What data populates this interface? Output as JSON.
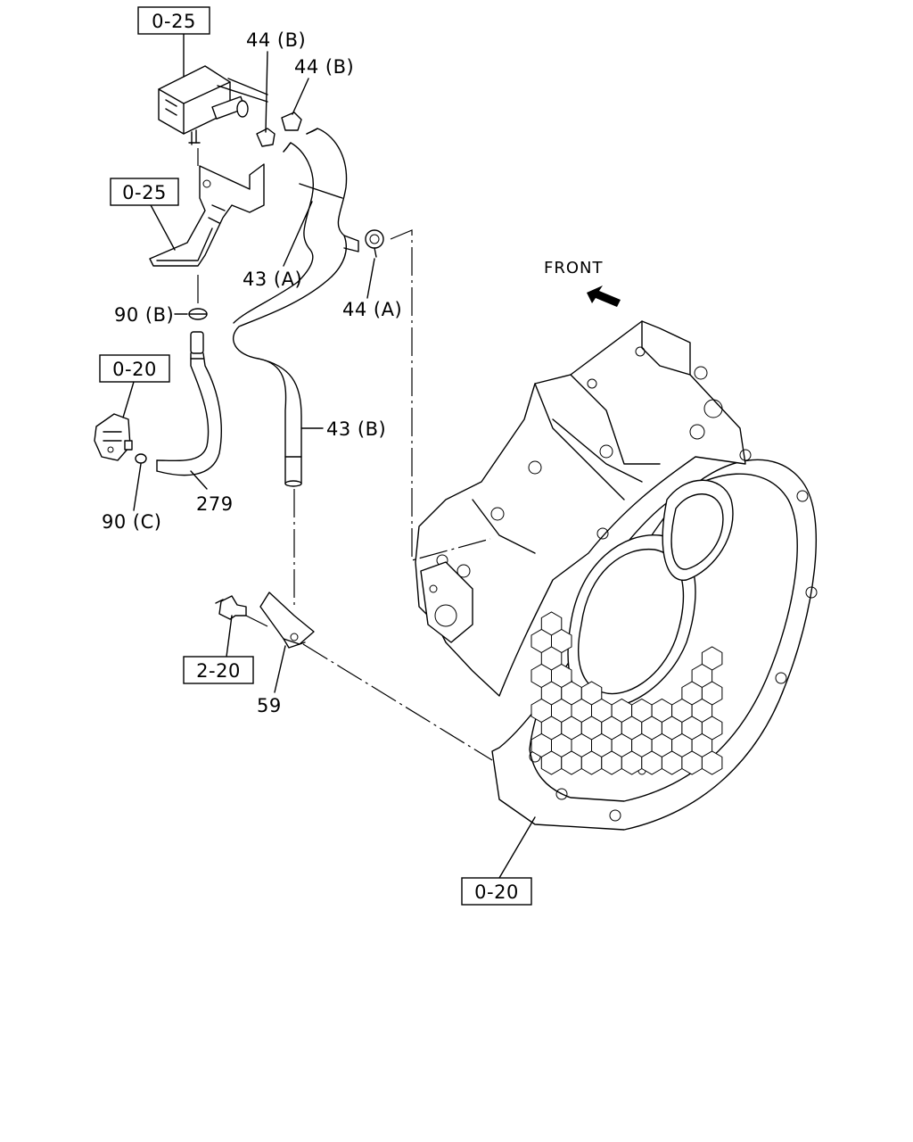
{
  "diagram": {
    "front_label": "FRONT",
    "ref_boxes": {
      "ref_0_25_top": "0-25",
      "ref_0_25_bracket": "0-25",
      "ref_0_20_sensor": "0-20",
      "ref_2_20_bolt": "2-20",
      "ref_0_20_housing": "0-20"
    },
    "part_labels": {
      "p44b_1": "44 (B)",
      "p44b_2": "44 (B)",
      "p43a": "43 (A)",
      "p44a": "44 (A)",
      "p90b": "90 (B)",
      "p43b": "43 (B)",
      "p279": "279",
      "p90c": "90 (C)",
      "p59": "59"
    },
    "icons": {
      "front_arrow": "arrow-up-left-icon"
    }
  }
}
